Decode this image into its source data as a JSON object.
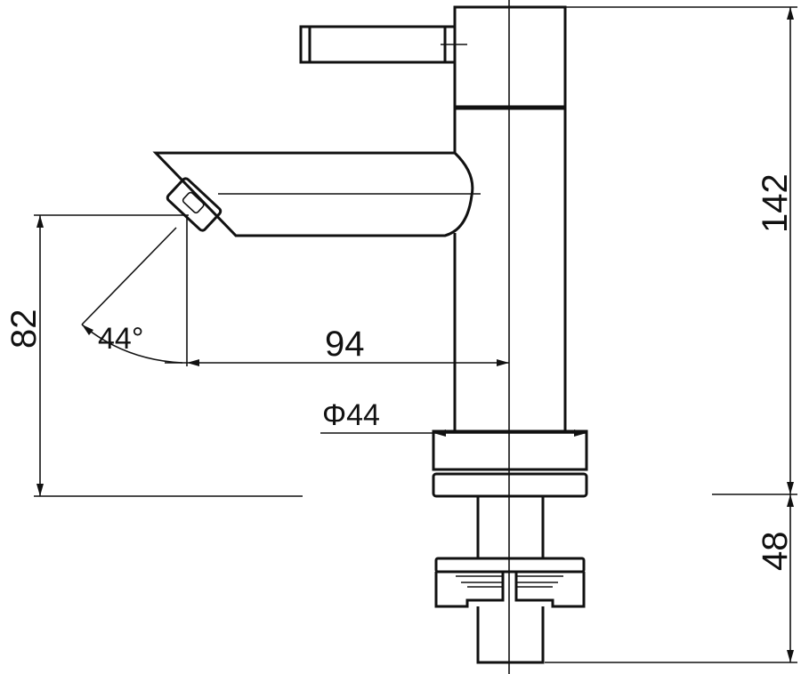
{
  "drawing": {
    "dimensions": {
      "total_height": "142",
      "below_deck": "48",
      "spout_height": "82",
      "spout_reach": "94",
      "base_diameter": "Φ44",
      "spray_angle": "44°"
    },
    "line_color": "#111111"
  }
}
